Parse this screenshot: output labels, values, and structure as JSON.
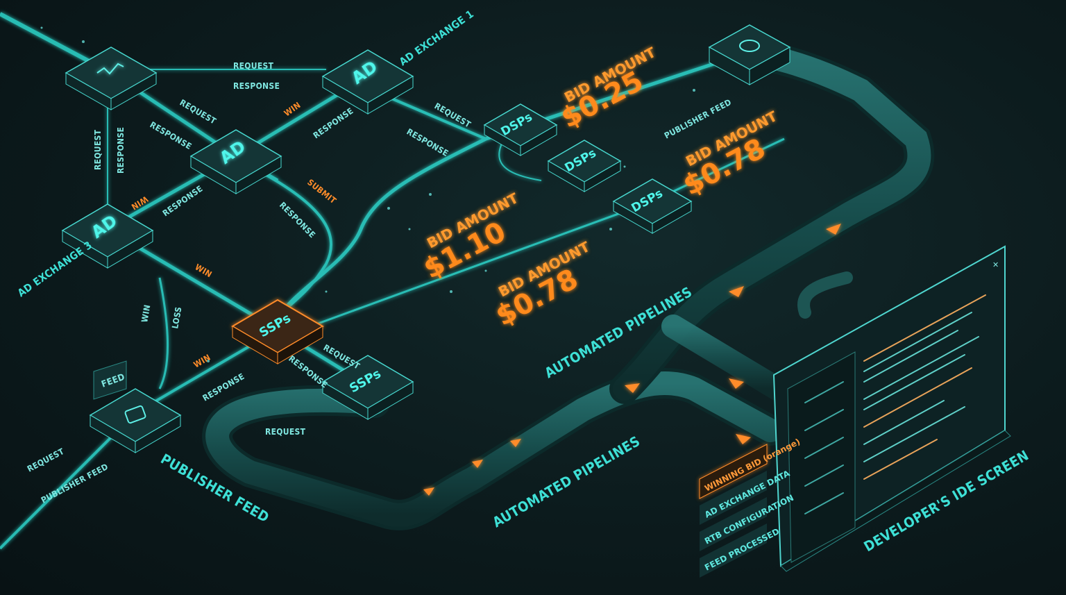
{
  "nodes": {
    "ad_exchange_1": {
      "label": "AD EXCHANGE 1",
      "icon": "AD"
    },
    "ad_center": {
      "icon": "AD"
    },
    "ad_exchange_3": {
      "label": "AD EXCHANGE 3",
      "icon": "AD"
    },
    "analytics": {
      "icon": "chart-icon"
    },
    "publisher": {
      "icon": "hand-icon",
      "tag": "FEED"
    },
    "database": {
      "icon": "database-icon"
    },
    "ssps_winner": {
      "label": "SSPs"
    },
    "ssps": {
      "label": "SSPs"
    },
    "dsps": [
      {
        "label": "DSPs"
      },
      {
        "label": "DSPs"
      },
      {
        "label": "DSPs"
      }
    ]
  },
  "flow_labels": {
    "request": "REQUEST",
    "response": "RESPONSE",
    "win": "WIN",
    "submit": "SUBMIT",
    "loss": "LOSS",
    "publisher_feed": "PUBLISHER FEED"
  },
  "bids": [
    {
      "heading": "BID AMOUNT",
      "value": "$0.25"
    },
    {
      "heading": "BID AMOUNT",
      "value": "$0.78"
    },
    {
      "heading": "BID AMOUNT",
      "value": "$1.10"
    },
    {
      "heading": "BID AMOUNT",
      "value": "$0.78"
    }
  ],
  "pipelines": {
    "label": "AUTOMATED PIPELINES"
  },
  "publisher_feed_title": "PUBLISHER FEED",
  "legend": [
    {
      "label": "WINNING BID (orange)",
      "color": "#ff8c2a"
    },
    {
      "label": "AD EXCHANGE DATA",
      "color": "#3ee0d6"
    },
    {
      "label": "RTB CONFIGURATION",
      "color": "#3ee0d6"
    },
    {
      "label": "FEED PROCESSED",
      "color": "#3ee0d6"
    }
  ],
  "ide": {
    "title": "DEVELOPER'S IDE SCREEN"
  },
  "colors": {
    "accent": "#3ee0d6",
    "highlight": "#ff8c2a",
    "background": "#0c1b1d"
  }
}
